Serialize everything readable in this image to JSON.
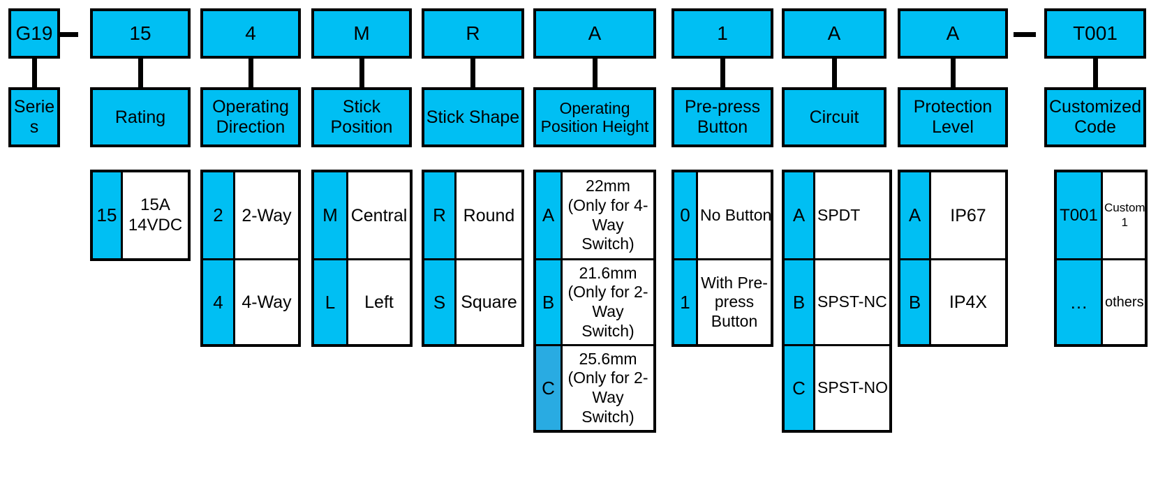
{
  "columns": [
    {
      "code": "G19",
      "label": "Series",
      "options": []
    },
    {
      "code": "15",
      "label": "Rating",
      "options": [
        {
          "code": "15",
          "desc": "15A\n14VDC"
        }
      ]
    },
    {
      "code": "4",
      "label": "Operating Direction",
      "options": [
        {
          "code": "2",
          "desc": "2-Way"
        },
        {
          "code": "4",
          "desc": "4-Way"
        }
      ]
    },
    {
      "code": "M",
      "label": "Stick Position",
      "options": [
        {
          "code": "M",
          "desc": "Central"
        },
        {
          "code": "L",
          "desc": "Left"
        }
      ]
    },
    {
      "code": "R",
      "label": "Stick Shape",
      "options": [
        {
          "code": "R",
          "desc": "Round"
        },
        {
          "code": "S",
          "desc": "Square"
        }
      ]
    },
    {
      "code": "A",
      "label": "Operating Position Height",
      "options": [
        {
          "code": "A",
          "desc": "22mm\n(Only for 4-\nWay Switch)"
        },
        {
          "code": "B",
          "desc": "21.6mm\n(Only for 2-\nWay Switch)"
        },
        {
          "code": "C",
          "desc": "25.6mm\n(Only for 2-\nWay Switch)"
        }
      ]
    },
    {
      "code": "1",
      "label": "Pre-press Button",
      "options": [
        {
          "code": "0",
          "desc": "No Button"
        },
        {
          "code": "1",
          "desc": "With Pre-\npress\nButton"
        }
      ]
    },
    {
      "code": "A",
      "label": "Circuit",
      "options": [
        {
          "code": "A",
          "desc": "SPDT"
        },
        {
          "code": "B",
          "desc": "SPST-NC"
        },
        {
          "code": "C",
          "desc": "SPST-NO"
        }
      ]
    },
    {
      "code": "A",
      "label": "Protection Level",
      "options": [
        {
          "code": "A",
          "desc": "IP67"
        },
        {
          "code": "B",
          "desc": "IP4X"
        }
      ]
    },
    {
      "code": "T001",
      "label": "Customized Code",
      "options": [
        {
          "code": "T001",
          "desc": "Custom\n1"
        },
        {
          "code": "…",
          "desc": "others"
        }
      ]
    }
  ],
  "colors": {
    "cell_fill": "#00BFF3",
    "cell_fill_dark": "#29ABE2",
    "border": "#000000",
    "text": "#000000",
    "background": "#FFFFFF"
  }
}
